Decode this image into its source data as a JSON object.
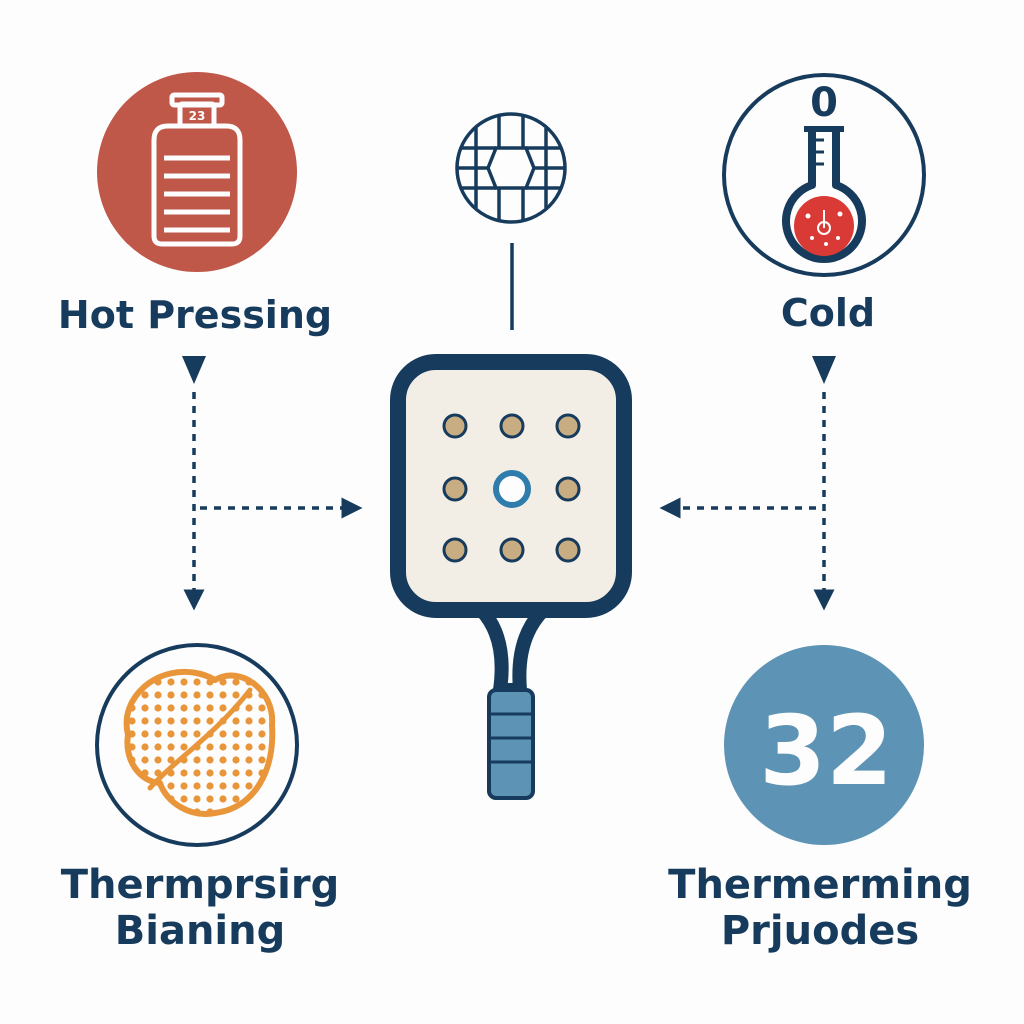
{
  "labels": {
    "hot_pressing": "Hot Pressing",
    "cold": "Cold",
    "bottom_left_line1": "Thermprsirg",
    "bottom_left_line2": "Bianing",
    "bottom_right_line1": "Thermerming",
    "bottom_right_line2": "Prjuodes"
  },
  "badges": {
    "container_tag": "23",
    "thermometer_tag": "0",
    "count": "32"
  },
  "icons": {
    "top_left": "container-icon",
    "top_center": "honeycomb-core-icon",
    "top_right": "thermometer-flask-icon",
    "center": "paddle-icon",
    "bottom_left": "perforated-sheet-icon",
    "bottom_right": "number-badge-icon"
  },
  "colors": {
    "navy": "#173b5c",
    "hot_red": "#c0584a",
    "cold_red": "#d93a36",
    "orange": "#e9963a",
    "steel_blue": "#5d93b4",
    "paddle_face": "#f3eee5",
    "paddle_dot": "#c8ac82"
  }
}
